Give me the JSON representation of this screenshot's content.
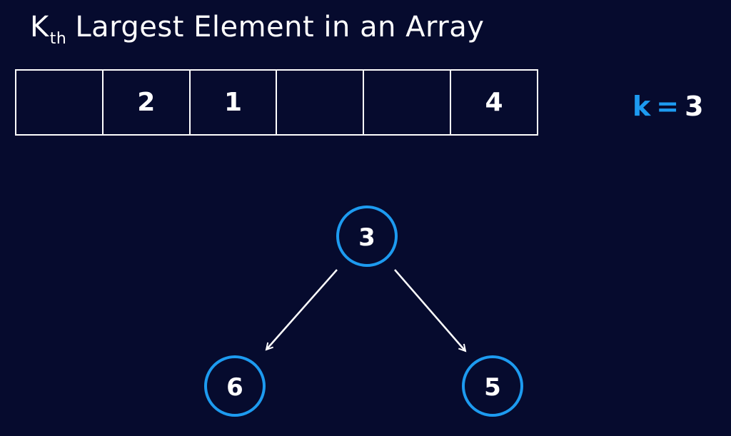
{
  "title": {
    "k": "K",
    "sub": "th",
    "rest": "Largest Element in an Array"
  },
  "array": {
    "cells": [
      "",
      "2",
      "1",
      "",
      "",
      "4"
    ]
  },
  "k_label": {
    "name": "k",
    "eq": "=",
    "value": "3"
  },
  "tree": {
    "nodes": [
      {
        "id": "root",
        "value": "3"
      },
      {
        "id": "left",
        "value": "6"
      },
      {
        "id": "right",
        "value": "5"
      }
    ],
    "edges": [
      {
        "from": "root",
        "to": "left"
      },
      {
        "from": "root",
        "to": "right"
      }
    ]
  },
  "colors": {
    "background": "#060b2e",
    "accent": "#1d9bf0",
    "foreground": "#ffffff"
  }
}
